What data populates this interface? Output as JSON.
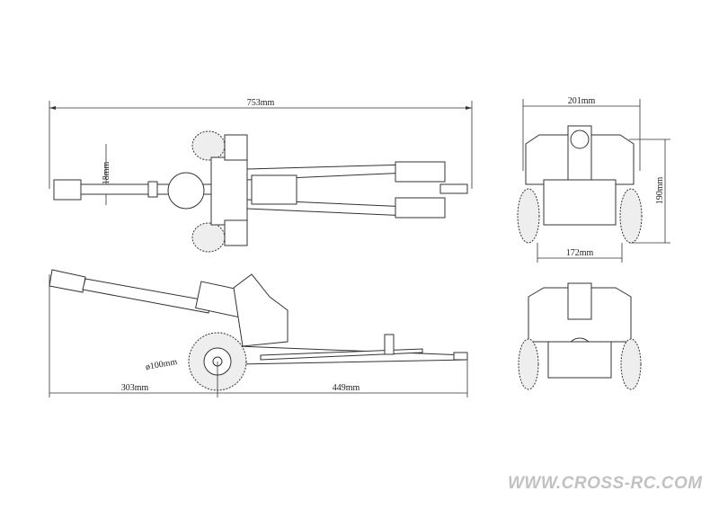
{
  "dimensions": {
    "top_length": "753mm",
    "barrel_diameter": "ø18mm",
    "front_width": "201mm",
    "front_height": "190mm",
    "track_width": "172mm",
    "wheel_diameter": "ø100mm",
    "front_overhang": "303mm",
    "rear_length": "449mm"
  },
  "watermark": "WWW.CROSS-RC.COM"
}
